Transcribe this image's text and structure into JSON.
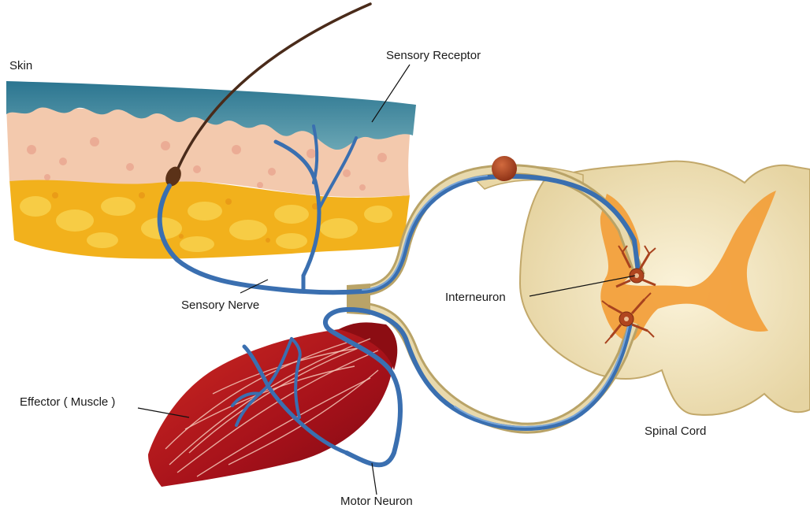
{
  "labels": {
    "skin": "Skin",
    "sensory_receptor": "Sensory Receptor",
    "sensory_nerve": "Sensory Nerve",
    "interneuron": "Interneuron",
    "effector": "Effector ( Muscle )",
    "spinal_cord": "Spinal Cord",
    "motor_neuron": "Motor Neuron"
  },
  "colors": {
    "nerve": "#3a6fb0",
    "skin_top": "#2f7f97",
    "skin_tissue": "#f3c9ad",
    "fat": "#f2b11c",
    "muscle": "#b4121a",
    "spinal_cord": "#ecdcb0",
    "spinal_outline": "#c2a86a",
    "grey_matter": "#f2a03c",
    "ganglion": "#a2421f"
  }
}
